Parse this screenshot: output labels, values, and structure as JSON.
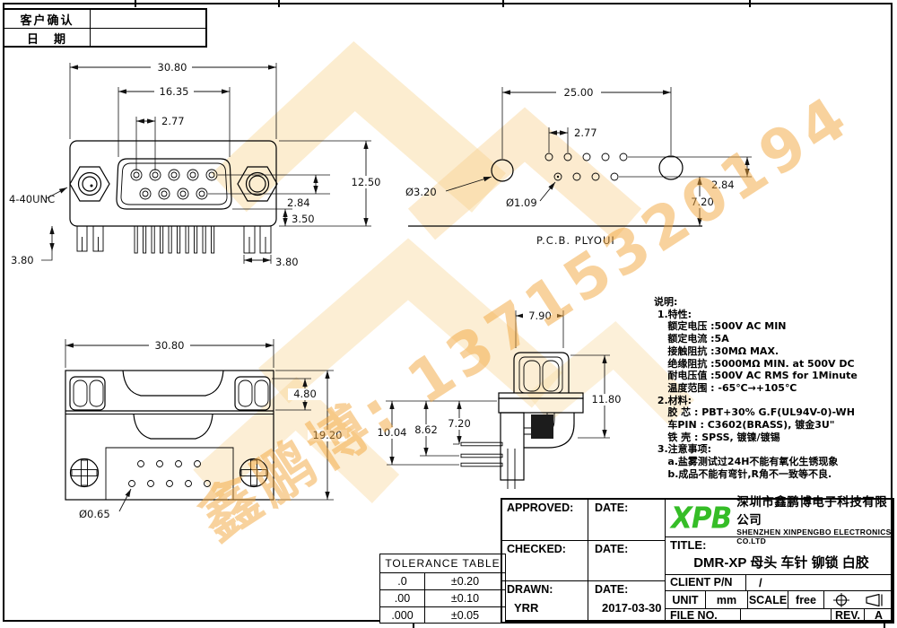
{
  "confirm_table": {
    "confirm_label": "客户确认",
    "date_label": "日　期"
  },
  "front_view": {
    "dim_overall_width": "30.80",
    "dim_shell_width": "16.35",
    "dim_pin_pitch": "2.77",
    "dim_height": "12.50",
    "dim_row_offset": "2.84",
    "dim_shell_drop": "3.50",
    "dim_leg_span": "3.80",
    "dim_leg_length": "3.80",
    "thread_label": "4-40UNC"
  },
  "pcb_view": {
    "dim_mount_span": "25.00",
    "dim_pin_pitch": "2.77",
    "dim_mount_hole": "Ø3.20",
    "dim_pin_hole": "Ø1.09",
    "dim_row_offset": "2.84",
    "dim_edge": "7.20",
    "caption": "P.C.B.  PLYOUI"
  },
  "bottom_view": {
    "dim_overall_width": "30.80",
    "dim_nut_height": "4.80",
    "dim_total_height": "19.20",
    "dim_pin_hole": "Ø0.65"
  },
  "side_view": {
    "dim_nut_width": "7.90",
    "dim_height": "11.80",
    "dim_pin1": "10.04",
    "dim_pin2": "8.62",
    "dim_pin3": "7.20"
  },
  "notes": {
    "lines": [
      "说明:",
      " 1.特性:",
      "    额定电压 :500V AC MIN",
      "    额定电流 :5A",
      "    接触阻抗 :30MΩ MAX.",
      "    绝缘阻抗 :5000MΩ MIN. at 500V DC",
      "    耐电压值 :500V AC RMS for 1Minute",
      "    温度范围 : -65℃→+105℃",
      " 2.材料:",
      "    胶 芯 : PBT+30% G.F(UL94V-0)-WH",
      "    车PIN : C3602(BRASS), 镀金3U\"",
      "    铁 壳 : SPSS, 镀镍/镀锡",
      " 3.注意事项:",
      "    a.盐雾测试过24H不能有氧化生锈现象",
      "    b.成品不能有弯针,R角不一致等不良."
    ]
  },
  "tolerance_table": {
    "title": "TOLERANCE TABLE",
    "rows": [
      {
        "digits": ".0",
        "tol": "±0.20"
      },
      {
        "digits": ".00",
        "tol": "±0.10"
      },
      {
        "digits": ".000",
        "tol": "±0.05"
      }
    ]
  },
  "title_block": {
    "approved_label": "APPROVED:",
    "date_label1": "DATE:",
    "checked_label": "CHECKED:",
    "date_label2": "DATE:",
    "drawn_label": "DRAWN:",
    "drawn_value": "YRR",
    "date_label3": "DATE:",
    "date_value": "2017-03-30",
    "logo_text": "XPB",
    "company_cn": "深圳市鑫鹏博电子科技有限公司",
    "company_en": "SHENZHEN XINPENGBO ELECTRONICS CO.LTD",
    "title_label": "TITLE:",
    "title_value": "DMR-XP 母头 车针 铆锁 白胶",
    "client_pn_label": "CLIENT P/N",
    "client_pn_value": "/",
    "unit_label": "UNIT",
    "unit_value": "mm",
    "scale_label": "SCALE",
    "scale_value": "free",
    "file_no_label": "FILE NO.",
    "rev_label": "REV.",
    "rev_value": "A"
  },
  "watermark": {
    "text": "鑫鹏博: 13715320194"
  }
}
